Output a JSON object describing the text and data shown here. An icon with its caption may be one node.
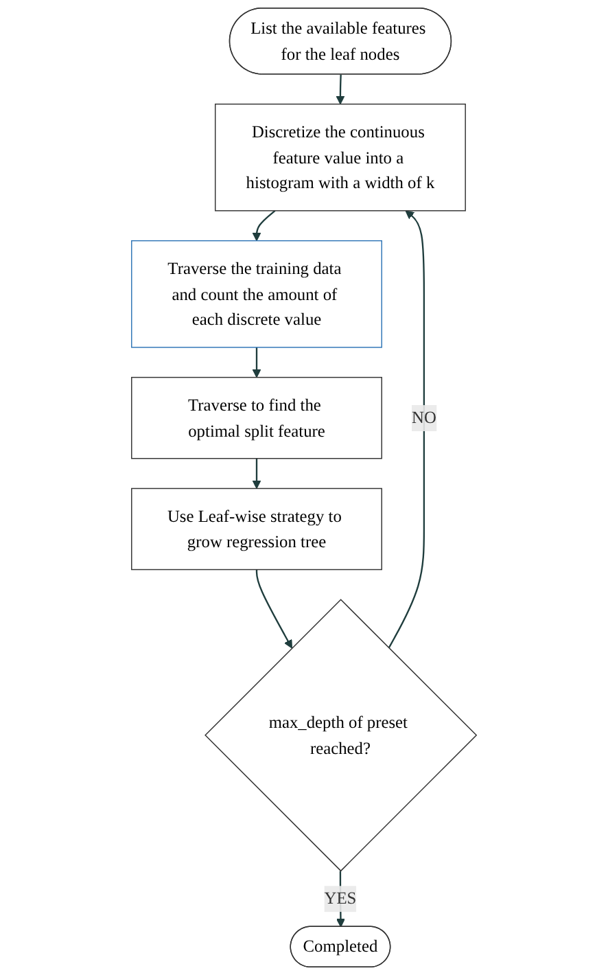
{
  "diagram": {
    "nodes": [
      {
        "text": [
          "List the available features for the leaf nodes"
        ]
      },
      {
        "text": [
          "Discretize the continuous feature value into a histogram with a width of k"
        ]
      },
      {
        "text": [
          "Traverse the training data and count the amount of each discrete value"
        ]
      },
      {
        "text": [
          "Traverse to find the optimal split feature"
        ]
      },
      {
        "text": [
          "Use Leaf-wise strategy to grow regression tree"
        ]
      },
      {
        "text": [
          "max_depth of preset reached?"
        ]
      },
      {
        "text": [
          "Completed"
        ]
      }
    ],
    "edges": [
      {
        "from": 0,
        "to": 1,
        "arrow": "to"
      },
      {
        "from": 1,
        "to": 2,
        "arrow": "to"
      },
      {
        "from": 2,
        "to": 3,
        "arrow": "to"
      },
      {
        "from": 3,
        "to": 4,
        "arrow": "to"
      },
      {
        "from": 4,
        "to": 5,
        "arrow": "to"
      },
      {
        "from": 5,
        "to": 1,
        "arrow": "to",
        "label": "NO"
      },
      {
        "from": 5,
        "to": 6,
        "arrow": "to",
        "label": "YES"
      }
    ]
  }
}
